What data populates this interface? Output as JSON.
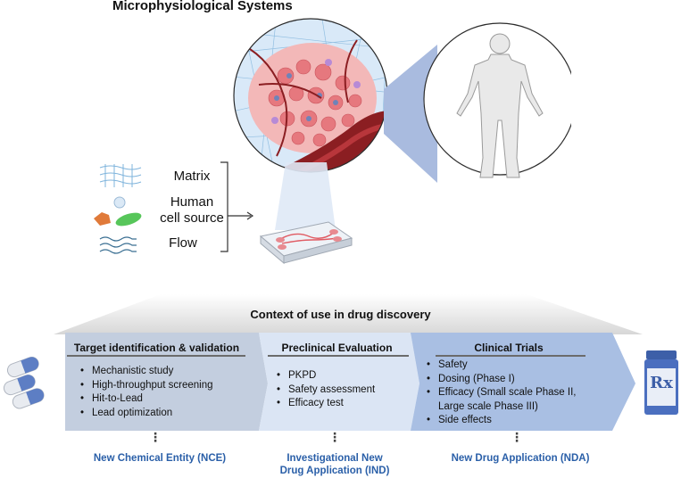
{
  "title": "Microphysiological Systems",
  "inputs": {
    "matrix": "Matrix",
    "cell_source": "Human\ncell source",
    "flow": "Flow"
  },
  "context_title": "Context of use in drug discovery",
  "stages": [
    {
      "heading": "Target identification & validation",
      "items": [
        "Mechanistic study",
        "High-throughput screening",
        "Hit-to-Lead",
        "Lead optimization"
      ],
      "output": "New Chemical Entity (NCE)"
    },
    {
      "heading": "Preclinical Evaluation",
      "items": [
        "PKPD",
        "Safety assessment",
        "Efficacy test"
      ],
      "output": "Investigational New\nDrug Application (IND)"
    },
    {
      "heading": "Clinical Trials",
      "items": [
        "Safety",
        "Dosing (Phase I)",
        "Efficacy (Small scale Phase II,\nLarge scale Phase III)",
        "Side effects"
      ],
      "output": "New Drug Application (NDA)"
    }
  ],
  "dots": "⋮",
  "rx_label": "Rx",
  "colors": {
    "stage1": "#c3cedf",
    "stage2": "#dbe5f4",
    "stage3": "#a9bfe3",
    "accent_blue": "#2a5fa8",
    "tissue": "#e87f85",
    "vessel": "#8b1e22"
  }
}
